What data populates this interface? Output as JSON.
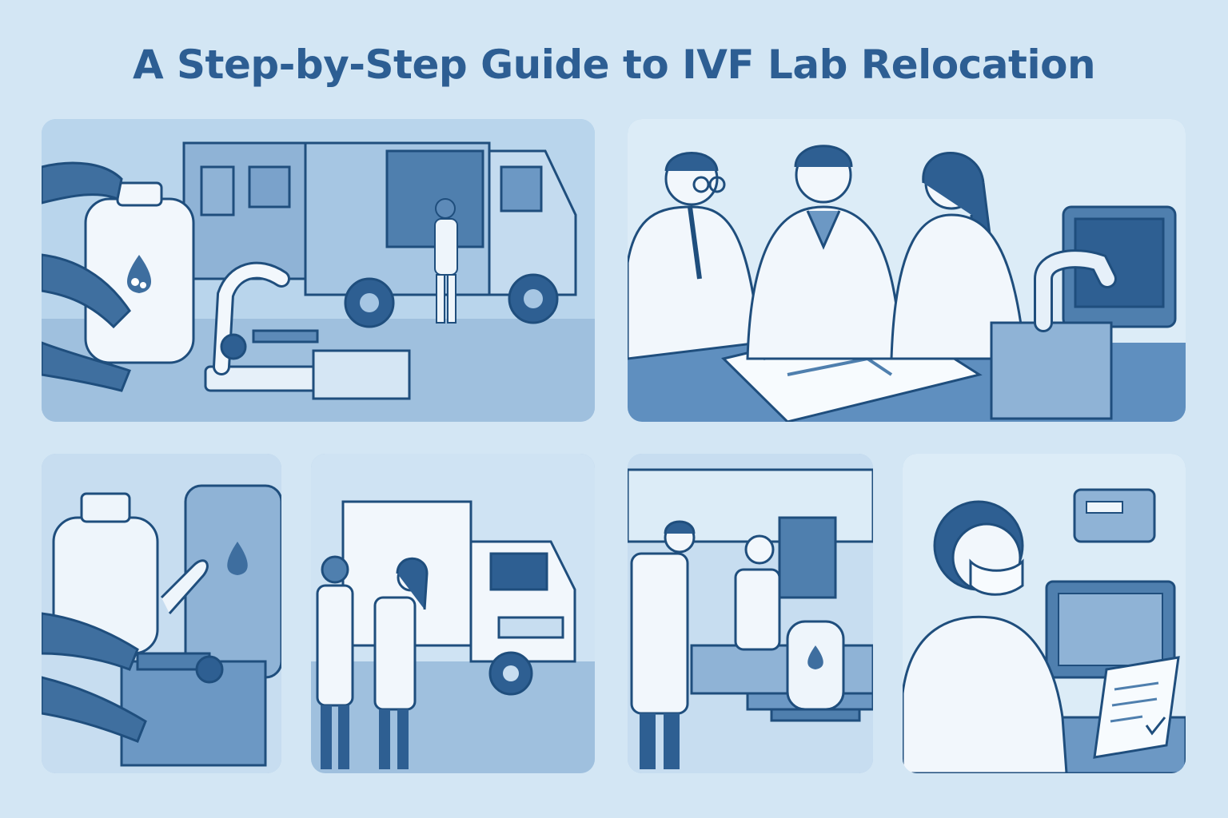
{
  "page": {
    "title": "A Step-by-Step Guide to IVF Lab Relocation"
  },
  "colors": {
    "background": "#d3e6f4",
    "title": "#2d5e93",
    "panel_fill": "#aac9e4",
    "line": "#1f4e7d",
    "light": "#ffffff"
  },
  "panels": [
    {
      "id": "p1",
      "icon_name": "packing-equipment-truck-illustration"
    },
    {
      "id": "p2",
      "icon_name": "team-planning-floorplan-illustration"
    },
    {
      "id": "p3",
      "icon_name": "packing-dewar-microscope-illustration"
    },
    {
      "id": "p4",
      "icon_name": "staff-with-moving-truck-illustration"
    },
    {
      "id": "p5",
      "icon_name": "lab-setup-illustration"
    },
    {
      "id": "p6",
      "icon_name": "verification-checklist-illustration"
    }
  ]
}
